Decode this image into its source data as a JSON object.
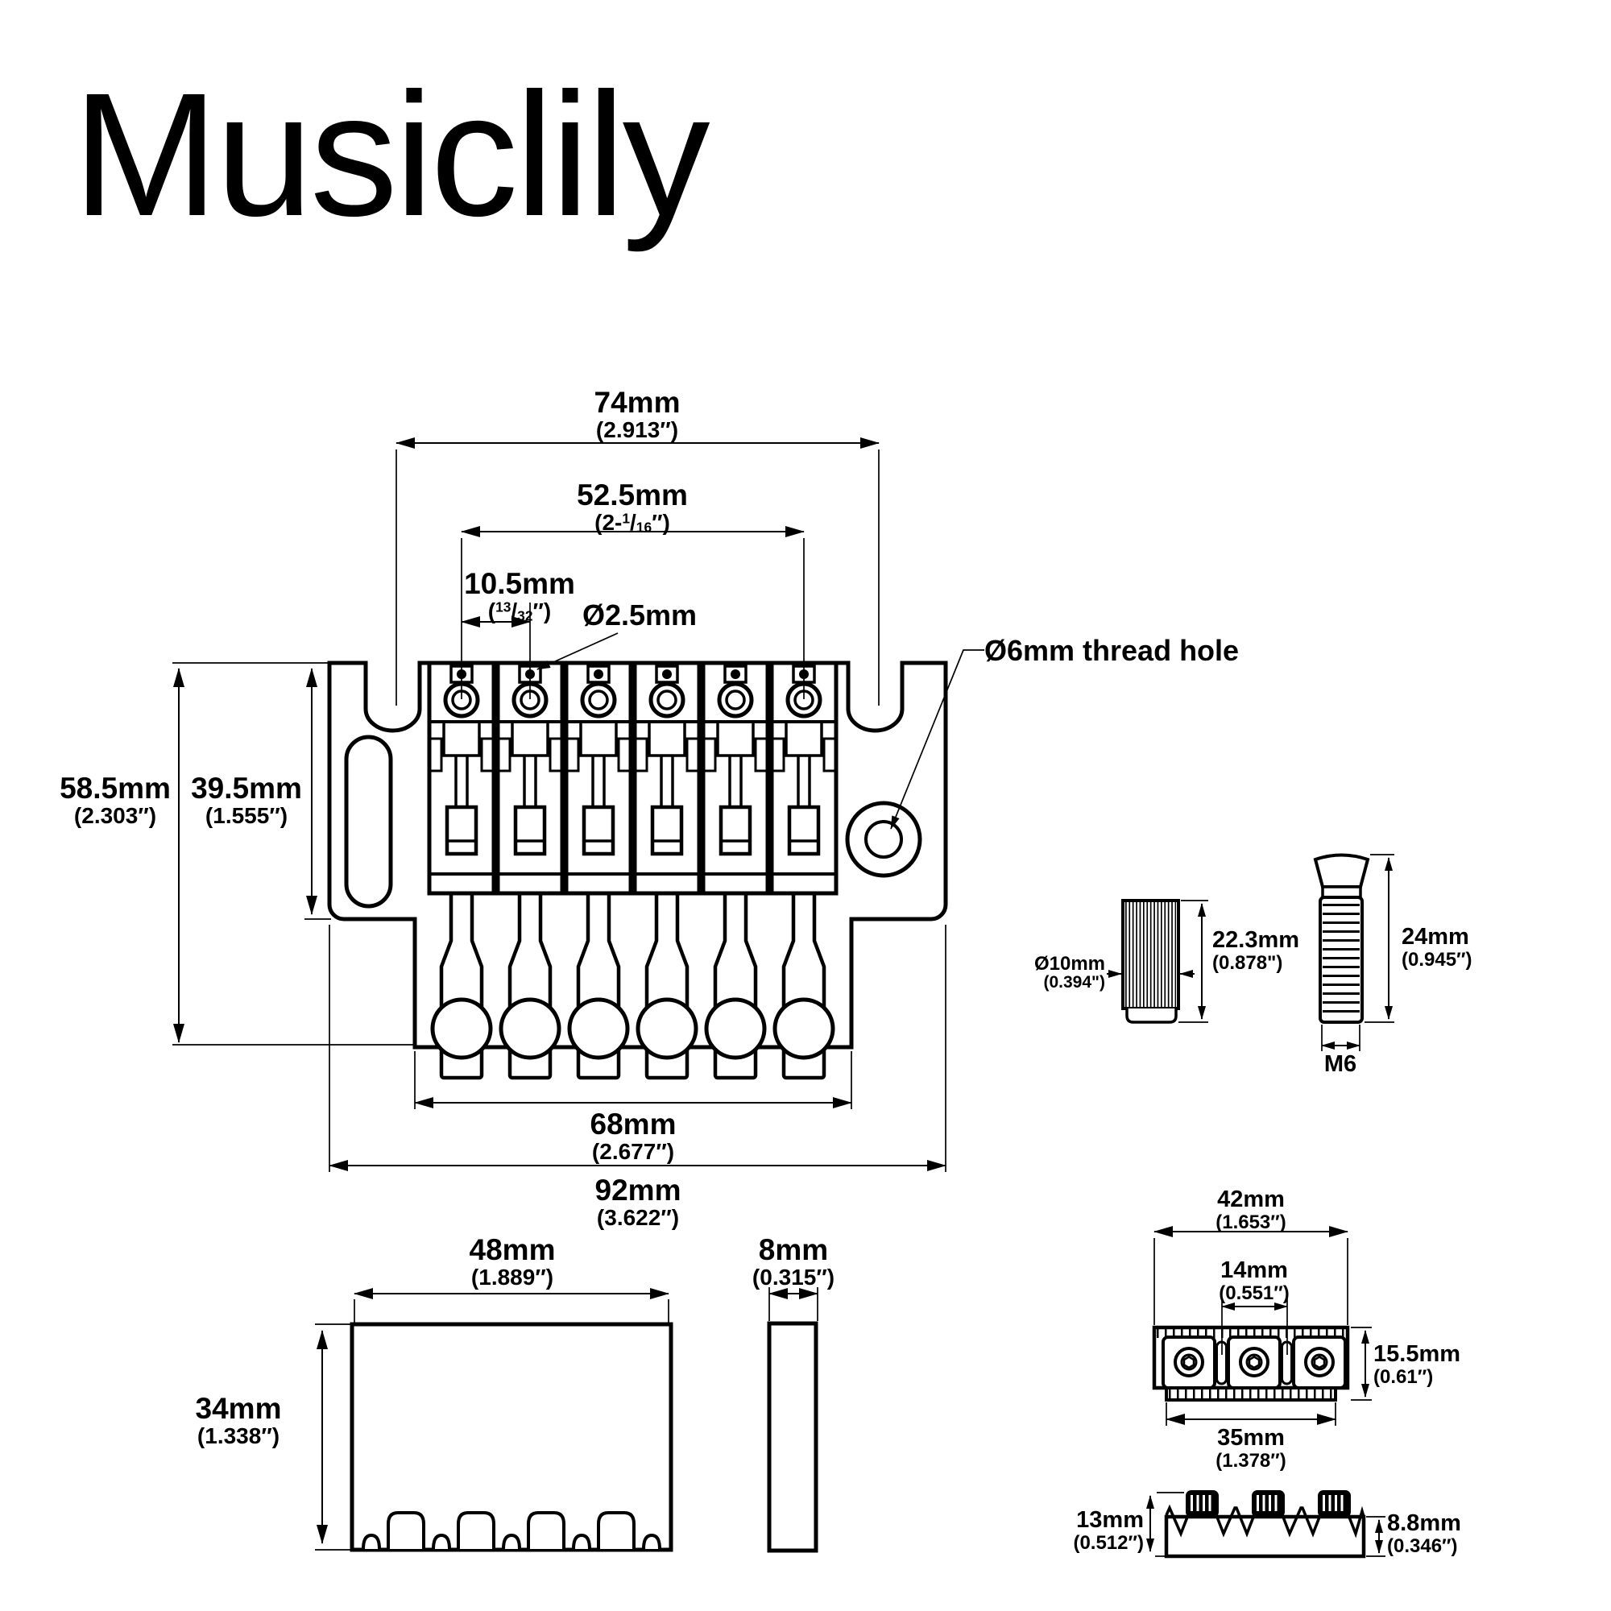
{
  "brand": "Musiclily",
  "colors": {
    "ink": "#000000",
    "background": "#ffffff"
  },
  "bridge_view": {
    "dim_74": {
      "mm": "74mm",
      "inch": "(2.913″)"
    },
    "dim_52_5": {
      "mm": "52.5mm",
      "inch_pre": "(2-",
      "inch_num": "1",
      "inch_slash": "/",
      "inch_den": "16",
      "inch_post": "″)"
    },
    "dim_10_5": {
      "mm": "10.5mm",
      "inch_pre": "(",
      "inch_num": "13",
      "inch_slash": "/",
      "inch_den": "32",
      "inch_post": "″)"
    },
    "callout_string_hole": "Ø2.5mm",
    "callout_thread_hole": "Ø6mm thread hole",
    "dim_58_5": {
      "mm": "58.5mm",
      "inch": "(2.303″)"
    },
    "dim_39_5": {
      "mm": "39.5mm",
      "inch": "(1.555″)"
    },
    "dim_68": {
      "mm": "68mm",
      "inch": "(2.677″)"
    },
    "dim_92": {
      "mm": "92mm",
      "inch": "(3.622″)"
    }
  },
  "block_view": {
    "dim_48": {
      "mm": "48mm",
      "inch": "(1.889″)"
    },
    "dim_8": {
      "mm": "8mm",
      "inch": "(0.315″)"
    },
    "dim_34": {
      "mm": "34mm",
      "inch": "(1.338″)"
    }
  },
  "insert_view": {
    "dim_dia": {
      "mm": "Ø10mm",
      "inch": "(0.394\")"
    },
    "dim_len": {
      "mm": "22.3mm",
      "inch": "(0.878\")"
    }
  },
  "screw_view": {
    "dim_len": {
      "mm": "24mm",
      "inch": "(0.945″)"
    },
    "thread_label": "M6"
  },
  "nut_view": {
    "dim_42": {
      "mm": "42mm",
      "inch": "(1.653″)"
    },
    "dim_14": {
      "mm": "14mm",
      "inch": "(0.551″)"
    },
    "dim_15_5": {
      "mm": "15.5mm",
      "inch": "(0.61″)"
    },
    "dim_35": {
      "mm": "35mm",
      "inch": "(1.378″)"
    },
    "dim_13": {
      "mm": "13mm",
      "inch": "(0.512″)"
    },
    "dim_8_8": {
      "mm": "8.8mm",
      "inch": "(0.346″)"
    }
  }
}
